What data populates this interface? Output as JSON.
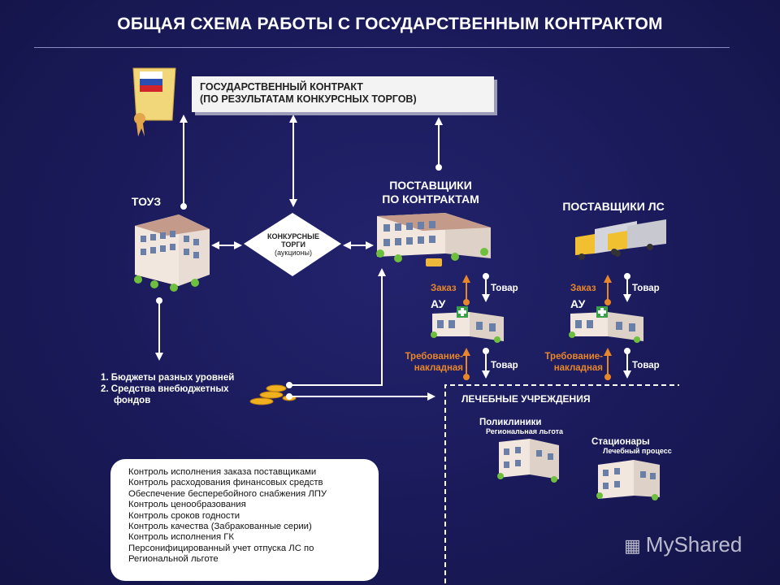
{
  "title": "ОБЩАЯ СХЕМА РАБОТЫ С ГОСУДАРСТВЕННЫМ КОНТРАКТОМ",
  "contract": {
    "line1": "ГОСУДАРСТВЕННЫЙ КОНТРАКТ",
    "line2": "(ПО РЕЗУЛЬТАТАМ КОНКУРСНЫХ ТОРГОВ)"
  },
  "touz": "ТОУЗ",
  "tender": {
    "line1": "КОНКУРСНЫЕ",
    "line2": "ТОРГИ",
    "line3": "(аукционы)"
  },
  "contract_suppliers": {
    "line1": "ПОСТАВЩИКИ",
    "line2": "ПО КОНТРАКТАМ"
  },
  "drug_suppliers": "ПОСТАВЩИКИ ЛС",
  "order_label": "Заказ",
  "goods_label": "Товар",
  "au_label": "АУ",
  "requirement": {
    "line1": "Требование-",
    "line2": "накладная"
  },
  "budgets": {
    "line1": "1. Бюджеты разных уровней",
    "line2": "2. Средства внебюджетных",
    "line3": "фондов"
  },
  "medical_institutions": "ЛЕЧЕБНЫЕ УЧРЕЖДЕНИЯ",
  "clinics": {
    "name": "Поликлиники",
    "sub": "Региональная льгота"
  },
  "hospitals": {
    "name": "Стационары",
    "sub": "Лечебный процесс"
  },
  "controls": [
    "Контроль исполнения заказа поставщиками",
    "Контроль расходования финансовых средств",
    "Обеспечение бесперебойного снабжения ЛПУ",
    "Контроль ценообразования",
    "Контроль сроков годности",
    "Контроль качества (Забракованные серии)",
    "Контроль исполнения ГК",
    "Персонифицированный учет отпуска ЛС по",
    "Региональной льготе"
  ],
  "watermark": "MyShared",
  "colors": {
    "background": "#1a1a5a",
    "accent_orange": "#e8862a",
    "text": "#ffffff"
  }
}
